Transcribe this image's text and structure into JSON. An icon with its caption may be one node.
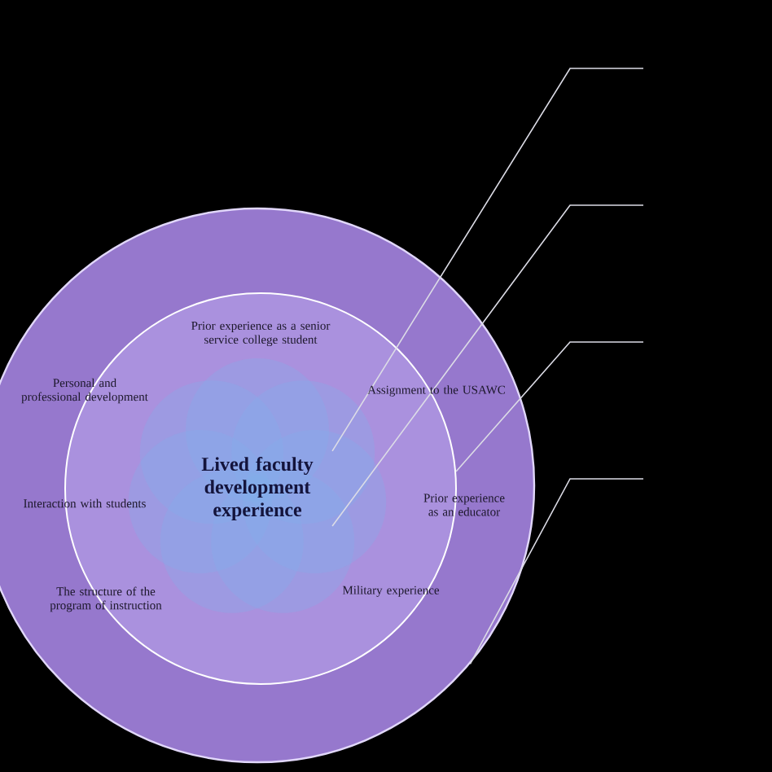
{
  "diagram": {
    "nodes": [
      {
        "text": [],
        "shape": "circle"
      },
      {
        "text": [],
        "shape": "circle",
        "in": 0
      },
      {
        "text": [
          "Lived faculty development experience"
        ],
        "in": 1
      }
    ],
    "edges": [
      {
        "from": null,
        "to": 2,
        "arrow": "none"
      },
      {
        "from": null,
        "to": 2,
        "arrow": "none"
      },
      {
        "from": null,
        "to": 1,
        "arrow": "none"
      },
      {
        "from": null,
        "to": 0,
        "arrow": "none"
      }
    ],
    "labels": [
      "Prior experience as a senior service college student",
      "Personal and professional development",
      "Assignment to the USAWC",
      "Interaction with students",
      "Prior experience as an educator",
      "The structure of the program of instruction",
      "Military experience"
    ]
  }
}
